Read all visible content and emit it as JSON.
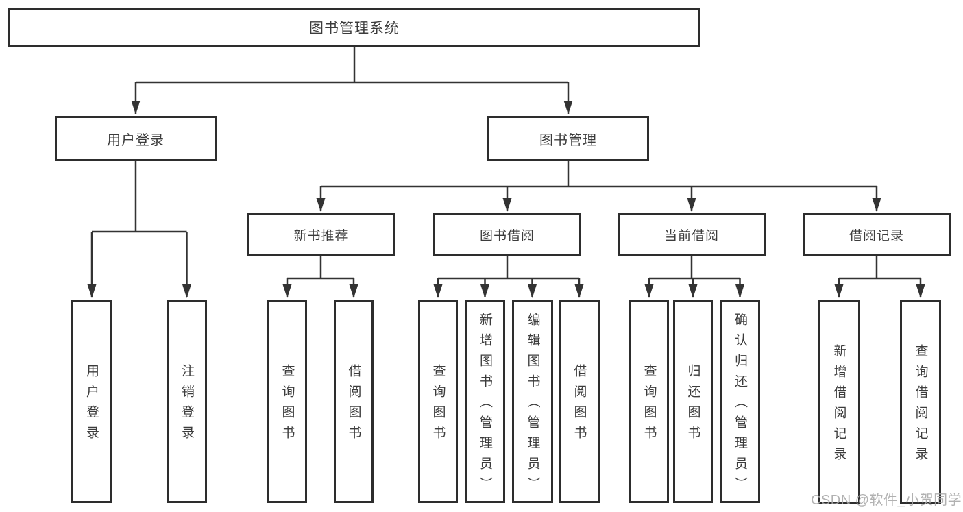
{
  "diagram_title": "图书管理系统",
  "nodes": {
    "root": {
      "label": "图书管理系统"
    },
    "login": {
      "label": "用户登录"
    },
    "manage": {
      "label": "图书管理"
    },
    "level3": [
      {
        "label": "新书推荐"
      },
      {
        "label": "图书借阅"
      },
      {
        "label": "当前借阅"
      },
      {
        "label": "借阅记录"
      }
    ],
    "login_children": [
      {
        "label": "用户登录"
      },
      {
        "label": "注销登录"
      }
    ],
    "recommend_children": [
      {
        "label": "查询图书"
      },
      {
        "label": "借阅图书"
      }
    ],
    "borrow_children": [
      {
        "label": "查询图书"
      },
      {
        "label": "新增图书（管理员）"
      },
      {
        "label": "编辑图书（管理员）"
      },
      {
        "label": "借阅图书"
      }
    ],
    "current_children": [
      {
        "label": "查询图书"
      },
      {
        "label": "归还图书"
      },
      {
        "label": "确认归还（管理员）"
      }
    ],
    "records_children": [
      {
        "label": "新增借阅记录"
      },
      {
        "label": "查询借阅记录"
      }
    ]
  },
  "watermark": "CSDN @软件_小贺同学",
  "colors": {
    "line": "#333333",
    "box_border": "#2d2d2d",
    "text": "#3c3c3c",
    "watermark": "#a8a8a8",
    "background": "#ffffff"
  }
}
